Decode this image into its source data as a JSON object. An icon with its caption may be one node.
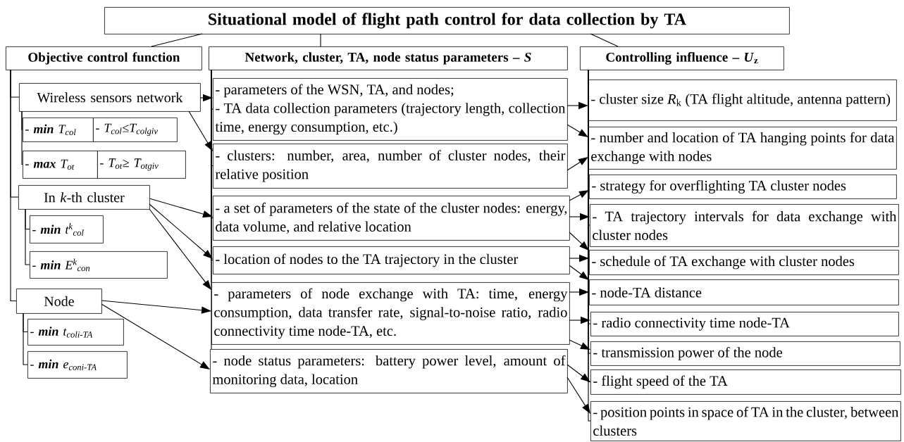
{
  "diagram": {
    "nodes": [
      {
        "text": [
          "Situational model of flight path control for data collection by TA"
        ]
      },
      {
        "text": [
          "Objective control function"
        ]
      },
      {
        "text": [
          "Network, cluster, TA, node status parameters – *S*"
        ]
      },
      {
        "text": [
          "Controlling influence – *U*$_{z}$"
        ]
      },
      {
        "text": [
          "Wireless sensors network"
        ]
      },
      {
        "text": [
          "- **min** T$_{col}$"
        ]
      },
      {
        "text": [
          "- T$_{col}$≤T$_{colgiv}$"
        ]
      },
      {
        "text": [
          "- **max** T$_{ot}$"
        ]
      },
      {
        "text": [
          "- T$_{ot}$≥ T$_{otgiv}$"
        ]
      },
      {
        "text": [
          "In *k*-th cluster"
        ]
      },
      {
        "text": [
          "- **min** t$^{k}$$_{col}$"
        ]
      },
      {
        "text": [
          "- **min** E$^{k}$$_{con}$"
        ]
      },
      {
        "text": [
          "Node"
        ]
      },
      {
        "text": [
          "- **min** t$_{coli-TA}$"
        ]
      },
      {
        "text": [
          "- **min** e$_{coni-TA}$"
        ]
      },
      {
        "text": [
          "- parameters of the WSN, TA, and nodes;",
          "- TA data collection parameters (trajectory length, collection time, energy consumption, etc.)"
        ]
      },
      {
        "text": [
          "- clusters: number, area, number of cluster nodes, their relative position"
        ]
      },
      {
        "text": [
          "- a set of parameters of the state of the cluster nodes: energy, data volume, and relative location"
        ]
      },
      {
        "text": [
          "- location of nodes to the TA trajectory in the cluster"
        ]
      },
      {
        "text": [
          "- parameters of node exchange with TA: time, energy consumption, data transfer rate, signal-to-noise ratio, radio connectivity time node-TA, etc."
        ]
      },
      {
        "text": [
          "- node status parameters: battery power level, amount of monitoring data, location"
        ]
      },
      {
        "text": [
          "- cluster size *R*$_{k}$ (TA flight altitude, antenna pattern)"
        ]
      },
      {
        "text": [
          "- number and location of TA hanging points for data exchange with nodes"
        ]
      },
      {
        "text": [
          "- strategy for overflighting TA cluster nodes"
        ]
      },
      {
        "text": [
          "- TA trajectory intervals for data exchange with cluster nodes"
        ]
      },
      {
        "text": [
          "- schedule of TA exchange with cluster nodes"
        ]
      },
      {
        "text": [
          "- node-TA distance"
        ]
      },
      {
        "text": [
          "- radio connectivity time node-TA"
        ]
      },
      {
        "text": [
          "- transmission power of the node"
        ]
      },
      {
        "text": [
          "- flight speed of the TA"
        ]
      },
      {
        "text": [
          "- position points in space of TA in the cluster, between clusters"
        ]
      }
    ],
    "edges": [
      {
        "from": 0,
        "to": 1,
        "arrow": "none"
      },
      {
        "from": 0,
        "to": 2,
        "arrow": "none"
      },
      {
        "from": 0,
        "to": 3,
        "arrow": "none"
      },
      {
        "from": 1,
        "to": 4,
        "arrow": "none"
      },
      {
        "from": 1,
        "to": 9,
        "arrow": "none"
      },
      {
        "from": 1,
        "to": 12,
        "arrow": "none"
      },
      {
        "from": 4,
        "to": 5,
        "arrow": "none"
      },
      {
        "from": 4,
        "to": 7,
        "arrow": "none"
      },
      {
        "from": 9,
        "to": 10,
        "arrow": "none"
      },
      {
        "from": 9,
        "to": 11,
        "arrow": "none"
      },
      {
        "from": 12,
        "to": 13,
        "arrow": "none"
      },
      {
        "from": 12,
        "to": 14,
        "arrow": "none"
      },
      {
        "from": 2,
        "to": 15,
        "arrow": "none"
      },
      {
        "from": 2,
        "to": 16,
        "arrow": "none"
      },
      {
        "from": 2,
        "to": 17,
        "arrow": "none"
      },
      {
        "from": 2,
        "to": 18,
        "arrow": "none"
      },
      {
        "from": 2,
        "to": 19,
        "arrow": "none"
      },
      {
        "from": 2,
        "to": 20,
        "arrow": "none"
      },
      {
        "from": 3,
        "to": 21,
        "arrow": "none"
      },
      {
        "from": 3,
        "to": 22,
        "arrow": "none"
      },
      {
        "from": 3,
        "to": 23,
        "arrow": "none"
      },
      {
        "from": 3,
        "to": 24,
        "arrow": "none"
      },
      {
        "from": 3,
        "to": 25,
        "arrow": "none"
      },
      {
        "from": 3,
        "to": 26,
        "arrow": "none"
      },
      {
        "from": 3,
        "to": 27,
        "arrow": "none"
      },
      {
        "from": 3,
        "to": 28,
        "arrow": "none"
      },
      {
        "from": 3,
        "to": 29,
        "arrow": "none"
      },
      {
        "from": 3,
        "to": 30,
        "arrow": "none"
      },
      {
        "from": 4,
        "to": 15,
        "arrow": "to"
      },
      {
        "from": 4,
        "to": 16,
        "arrow": "to"
      },
      {
        "from": 9,
        "to": 17,
        "arrow": "to"
      },
      {
        "from": 9,
        "to": 18,
        "arrow": "to"
      },
      {
        "from": 9,
        "to": 19,
        "arrow": "to"
      },
      {
        "from": 12,
        "to": 19,
        "arrow": "to"
      },
      {
        "from": 12,
        "to": 20,
        "arrow": "to"
      },
      {
        "from": 15,
        "to": 21,
        "arrow": "to"
      },
      {
        "from": 15,
        "to": 22,
        "arrow": "to"
      },
      {
        "from": 16,
        "to": 22,
        "arrow": "to"
      },
      {
        "from": 17,
        "to": 23,
        "arrow": "to"
      },
      {
        "from": 17,
        "to": 24,
        "arrow": "to"
      },
      {
        "from": 17,
        "to": 25,
        "arrow": "to"
      },
      {
        "from": 18,
        "to": 25,
        "arrow": "to"
      },
      {
        "from": 18,
        "to": 26,
        "arrow": "to"
      },
      {
        "from": 19,
        "to": 26,
        "arrow": "to"
      },
      {
        "from": 19,
        "to": 27,
        "arrow": "to"
      },
      {
        "from": 19,
        "to": 28,
        "arrow": "to"
      },
      {
        "from": 20,
        "to": 29,
        "arrow": "to"
      },
      {
        "from": 20,
        "to": 30,
        "arrow": "to"
      }
    ]
  }
}
